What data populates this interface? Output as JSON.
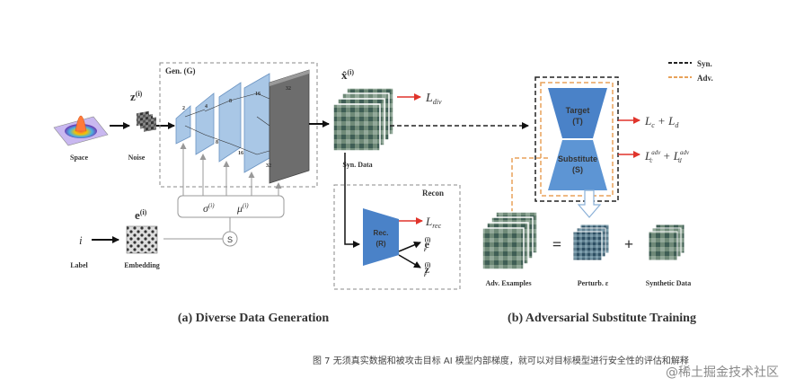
{
  "gen_title": "Gen. (G)",
  "z_label": "z",
  "z_sup": "(i)",
  "space_label": "Space",
  "noise_label": "Noise",
  "layer_dims": [
    "2",
    "4",
    "8",
    "16",
    "32",
    "8",
    "16",
    "32"
  ],
  "sigma_label": "σ",
  "sigma_sup": "(i)",
  "mu_label": "μ",
  "mu_sup": "(i)",
  "s_label": "S",
  "e_label": "e",
  "e_sup": "(i)",
  "i_label": "i",
  "label_text": "Label",
  "embedding_text": "Embedding",
  "x_label": "x̂",
  "x_sup": "(i)",
  "l_div": "L",
  "l_div_sub": "div",
  "syn_data": "Syn. Data",
  "recon_title": "Recon",
  "rec_line1": "Rec.",
  "rec_line2": "(R)",
  "l_rec": "L",
  "l_rec_sub": "rec",
  "er": "e",
  "zr": "z",
  "r_sub": "r",
  "legend_syn": "Syn.",
  "legend_adv": "Adv.",
  "target_line1": "Target",
  "target_line2": "(T)",
  "sub_line1": "Substitute",
  "sub_line2": "(S)",
  "loss_lc_ld": "L_c + L_d",
  "loss_adv": "L_c^adv + L_d^adv",
  "adv_examples": "Adv. Examples",
  "perturb": "Perturb. ε",
  "synthetic_data": "Synthetic Data",
  "eq": "=",
  "plus": "+",
  "caption_a": "(a) Diverse Data Generation",
  "caption_b": "(b) Adversarial Substitute Training",
  "figure_caption": "图 7 无须真实数据和被攻击目标 AI 模型内部梯度，就可以对目标模型进行安全性的评估和解释",
  "watermark": "@稀土掘金技术社区",
  "colors": {
    "block": "#4a82c8",
    "block_light": "#a9c7e6",
    "arrow_red": "#e0342b",
    "adv_orange": "#e8a25a",
    "dash_black": "#222222"
  }
}
